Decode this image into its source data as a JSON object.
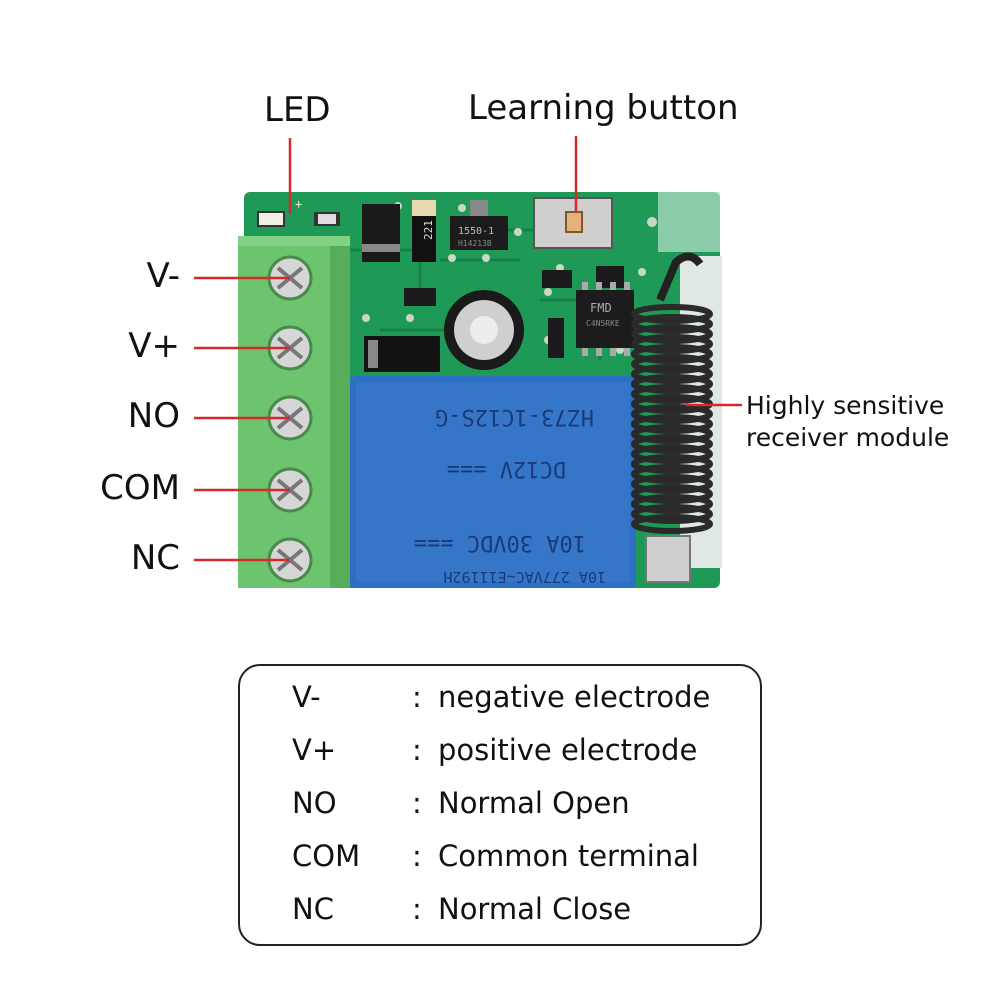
{
  "callouts": {
    "led": "LED",
    "learning_button": "Learning button",
    "receiver_line1": "Highly sensitive",
    "receiver_line2": "receiver module"
  },
  "pins": [
    "V-",
    "V+",
    "NO",
    "COM",
    "NC"
  ],
  "relay_text": {
    "line1": "10A 277VAC~E11192H",
    "line2": "10A 30VDC ===",
    "line3": "DC12V ===",
    "line4": "HZ73-1C12S-G"
  },
  "chip_text": {
    "regulator": "1550-1",
    "regulator_sub": "H14213B",
    "ic": "FMD",
    "ic_sub": "C4N5RKE",
    "resistor": "221"
  },
  "legend": [
    {
      "abbr": "V-",
      "desc": "negative electrode"
    },
    {
      "abbr": "V+",
      "desc": "positive electrode"
    },
    {
      "abbr": "NO",
      "desc": "Normal Open"
    },
    {
      "abbr": "COM",
      "desc": "Common terminal"
    },
    {
      "abbr": "NC",
      "desc": "Normal Close"
    }
  ],
  "colors": {
    "pcb": "#1e9a55",
    "terminal": "#6cc46e",
    "relay": "#2d6fc2",
    "leader": "#d42a2a",
    "antenna": "#2a2a2a"
  }
}
